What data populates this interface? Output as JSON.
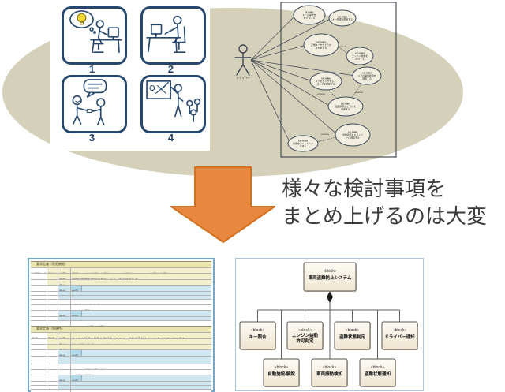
{
  "comic": {
    "panels": [
      {
        "num": "1",
        "alt": "person-at-desk-with-idea"
      },
      {
        "num": "2",
        "alt": "person-working-at-computer"
      },
      {
        "num": "3",
        "alt": "two-people-talking"
      },
      {
        "num": "4",
        "alt": "presenter-at-whiteboard"
      }
    ]
  },
  "usecase": {
    "actor_label": "ドライバー",
    "include_label": "«include»",
    "cases": [
      {
        "code": "UC-0001",
        "lines": [
          "キーの操作を",
          "受け付ける"
        ]
      },
      {
        "code": "UC-0002",
        "lines": [
          "キー情報を照合する"
        ]
      },
      {
        "code": "UC-0003",
        "lines": [
          "正規ユーザかどうか",
          "を判定する"
        ]
      },
      {
        "code": "UC-0004",
        "lines": [
          "エンジン始動を",
          "許可する"
        ]
      },
      {
        "code": "UC-0005",
        "lines": [
          "ドアの開閉状態を",
          "検知する"
        ]
      },
      {
        "code": "UC-0006",
        "lines": [
          "ドアをロックする／",
          "ロックを解除する"
        ]
      },
      {
        "code": "UC-0007",
        "lines": [
          "盗難状態かどうかを",
          "判定する"
        ]
      },
      {
        "code": "UC-0008",
        "lines": [
          "盗難状態をドライバ",
          "ーに通知する"
        ]
      },
      {
        "code": "UC-0009",
        "lines": [
          "状態をホームページ",
          "に送る"
        ]
      }
    ]
  },
  "caption": {
    "line1": "様々な検討事項を",
    "line2": "まとめ上げるのは大変"
  },
  "req_table": {
    "rows": [
      {
        "t": "band",
        "text": "要求定義（防犯機能）"
      },
      {
        "t": "row",
        "bg": "y",
        "left": "盗難防止機能",
        "a": "要求",
        "b": "内容",
        "text": "正規ユーザと判断した場合に、ドアを解錠し、エンジン始動を許可する。"
      },
      {
        "t": "row",
        "bg": "y",
        "b": "理由",
        "text": "利用に制限を設けてセキュリティを高めるため。"
      },
      {
        "t": "row",
        "bg": "y",
        "b": "備考",
        "text": ""
      },
      {
        "t": "row",
        "bg": "b",
        "b": "要求",
        "inner": "内容",
        "text": "正規ユーザと判断した場合に、ドアを解錠する。"
      },
      {
        "t": "tiny",
        "bg": "b",
        "text": "Rat:"
      },
      {
        "t": "tiny",
        "bg": "b",
        "text": "Der:"
      },
      {
        "t": "row",
        "bg": "w",
        "text": "・正規ユーザと判断する"
      },
      {
        "t": "row",
        "bg": "w",
        "text": "・ドアを解錠する"
      },
      {
        "t": "row",
        "bg": "b",
        "b": "要求",
        "inner": "内容",
        "text": "正規ユーザと判断した場合に、エンジン始動を許可する。"
      },
      {
        "t": "tiny",
        "bg": "b",
        "text": "Rat:"
      },
      {
        "t": "row",
        "bg": "w",
        "text": "・エンジン始動を許可する"
      },
      {
        "t": "band",
        "text": "要求定義（利便性）"
      },
      {
        "t": "row",
        "bg": "y",
        "left": "利便",
        "a": "要求",
        "b": "内容",
        "text": "すべての処理の状態を確認するために、状態が変わるごとにホームページへ送る。"
      },
      {
        "t": "row",
        "bg": "y",
        "b": "理由",
        "text": "常に状態を確認できるようにするため。"
      },
      {
        "t": "row",
        "bg": "y",
        "b": "備考",
        "text": ""
      },
      {
        "t": "row",
        "bg": "b",
        "b": "要求",
        "inner": "内容",
        "text": "キーを受け付けた場合に、その状態を記録する。"
      },
      {
        "t": "tiny",
        "bg": "b",
        "text": "Rat:"
      },
      {
        "t": "tiny",
        "bg": "b",
        "text": "Der:"
      },
      {
        "t": "row",
        "bg": "w",
        "text": "・キーの状態を受け付ける"
      },
      {
        "t": "row",
        "bg": "w",
        "text": "・状態を記録する"
      },
      {
        "t": "row",
        "bg": "b",
        "b": "要求",
        "inner": "内容",
        "text": "状態が変わったときに、状態の内容をホームページへ送る。"
      },
      {
        "t": "tiny",
        "bg": "b",
        "text": "Rat:"
      },
      {
        "t": "tiny",
        "bg": "b",
        "text": "Der:"
      },
      {
        "t": "row",
        "bg": "w",
        "text": "・状態の変化を検知する"
      },
      {
        "t": "row",
        "bg": "w",
        "text": "・状態を送信する"
      },
      {
        "t": "row",
        "bg": "w",
        "text": "・ホームページへ送る"
      }
    ]
  },
  "block_diagram": {
    "stereotype": "«block»",
    "root": "車両盗難防止システム",
    "row1": [
      "キー照合",
      "エンジン始動\n許可判定",
      "盗難状態判定",
      "ドライバー通知"
    ],
    "row2": [
      "自動施錠/解錠",
      "車両振動検知",
      "盗難状態通知"
    ]
  }
}
